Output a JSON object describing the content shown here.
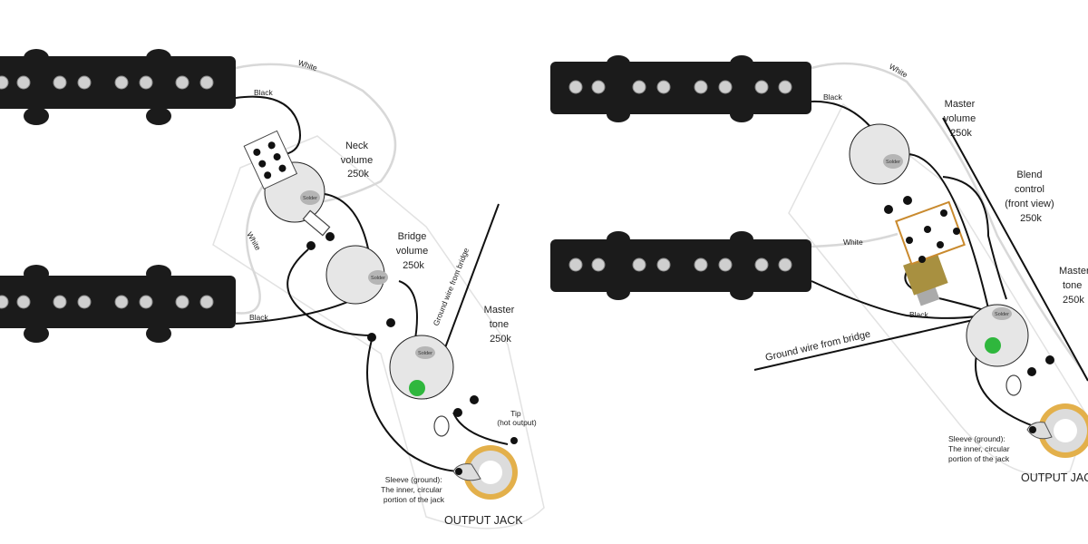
{
  "left_diagram": {
    "labels": {
      "white_top": "White",
      "black_top": "Black",
      "white_side": "White",
      "black_bottom": "Black",
      "neck_volume": [
        "Neck",
        "volume",
        "250k"
      ],
      "bridge_volume": [
        "Bridge",
        "volume",
        "250k"
      ],
      "master_tone": [
        "Master",
        "tone",
        "250k"
      ],
      "ground_wire": "Ground wire from bridge",
      "tip": [
        "Tip",
        "(hot output)"
      ],
      "sleeve": [
        "Sleeve (ground):",
        "The inner, circular",
        "portion of the jack"
      ],
      "output_jack": "OUTPUT JACK",
      "solder": "Solder"
    }
  },
  "right_diagram": {
    "labels": {
      "white_top": "White",
      "black_top": "Black",
      "white_mid": "White",
      "black_bottom": "Black",
      "master_volume": [
        "Master",
        "volume",
        "250k"
      ],
      "blend_control": [
        "Blend",
        "control",
        "(front view)",
        "250k"
      ],
      "master_tone": [
        "Master",
        "tone",
        "250k"
      ],
      "ground_wire": "Ground wire from bridge",
      "sleeve": [
        "Sleeve (ground):",
        "The inner, circular",
        "portion of the jack"
      ],
      "output_jack": "OUTPUT JACK",
      "solder": "Solder"
    }
  },
  "colors": {
    "pickup": "#1b1b1b",
    "capacitor": "#2fb73d",
    "jack_ring": "#e3b04b",
    "white_wire": "#d8d8d8"
  }
}
